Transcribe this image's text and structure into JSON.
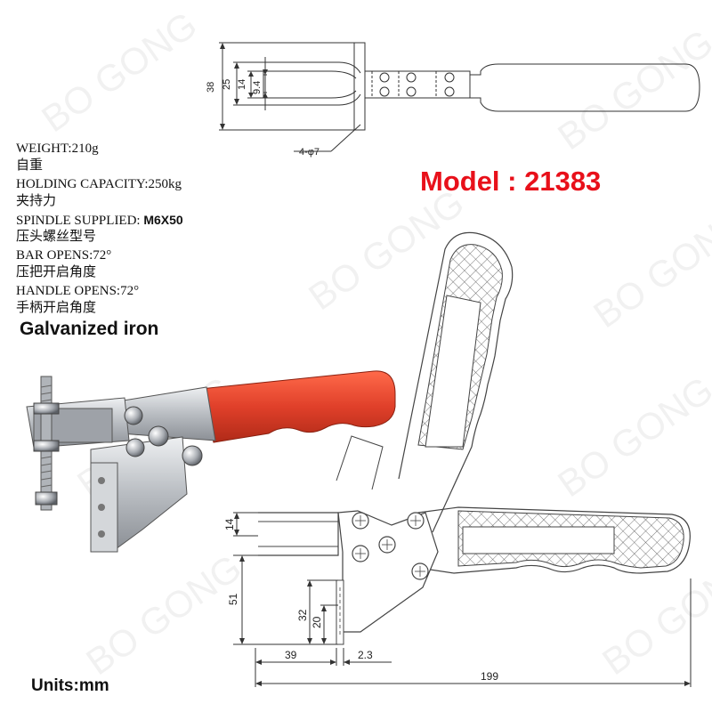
{
  "specs": {
    "weight": "WEIGHT:210g",
    "weight_cn": "自重",
    "holding_label": "HOLDING CAPACITY:250kg",
    "holding_cn": "夹持力",
    "spindle_prefix": "SPINDLE SUPPLIED: ",
    "spindle_value": "M6X50",
    "spindle_cn": "压头螺丝型号",
    "bar_opens": "BAR OPENS:72°",
    "bar_opens_cn": "压把开启角度",
    "handle_opens": "HANDLE OPENS:72°",
    "handle_opens_cn": "手柄开启角度"
  },
  "model": "Model : 21383",
  "material": "Galvanized iron",
  "units": "Units:mm",
  "watermark": "BO GONG",
  "top_view": {
    "dim_38": "38",
    "dim_25": "25",
    "dim_14": "14",
    "dim_9_4": "9.4",
    "hole_label": "4-φ7"
  },
  "side_view": {
    "dim_14": "14",
    "dim_51": "51",
    "dim_32": "32",
    "dim_20": "20",
    "dim_39": "39",
    "dim_2_3": "2.3",
    "dim_199": "199"
  },
  "colors": {
    "handle": "#e0402a",
    "metal": "#c9ccd0",
    "model_text": "#e8101a"
  }
}
